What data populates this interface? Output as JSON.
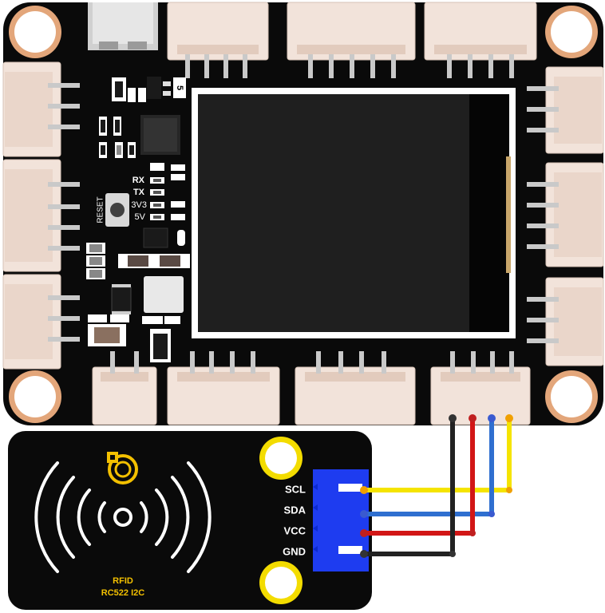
{
  "board": {
    "labels": {
      "rx": "RX",
      "tx": "TX",
      "v33": "3V3",
      "v5": "5V",
      "reset": "RESET",
      "chip_mark": "5"
    }
  },
  "rfid_module": {
    "title": "RFID",
    "subtitle": "RC522 I2C",
    "pins": [
      "SCL",
      "SDA",
      "VCC",
      "GND"
    ]
  },
  "wires": [
    {
      "pin": "SCL",
      "color": "#f5e400"
    },
    {
      "pin": "SDA",
      "color": "#2f6fd0"
    },
    {
      "pin": "VCC",
      "color": "#d21616"
    },
    {
      "pin": "GND",
      "color": "#222222"
    }
  ],
  "colors": {
    "pcb": "#0a0a0a",
    "connector": "#f2e3da",
    "screen_bezel": "#ffffff",
    "screen": "#1d1d1d",
    "rfid_header": "#1e3cf0",
    "mount_hole_ring": "#e3a67a",
    "rfid_hole_ring": "#f3dc00",
    "rfid_logo": "#f3c000"
  }
}
